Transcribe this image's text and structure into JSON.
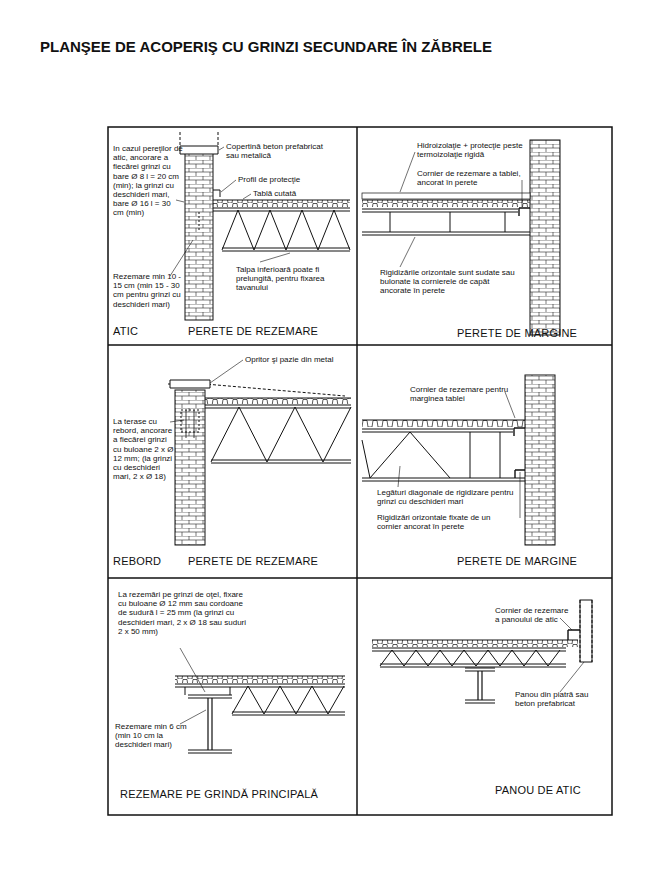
{
  "diagram": {
    "title": "PLANŞEE DE ACOPERIŞ CU GRINZI SECUNDARE ÎN ZĂBRELE",
    "nodes": [
      {
        "text": [
          "In cazul pereţilor de atic, ancorare a fiecărei grinzi cu bare Ø 8 l = 20 cm (min); la grinzi cu deschideri mari, bare Ø 16 l = 30 cm (min)",
          "Copertină beton prefabricat sau metalică",
          "Profil de protecţie",
          "Tablă cutată",
          "Rezemare min 10 - 15 cm (min 15 - 30 cm pentru grinzi cu deschideri mari)",
          "Talpa inferioară poate fi prelungită, pentru fixarea tavanului",
          "ATIC",
          "PERETE DE REZEMARE"
        ]
      },
      {
        "text": [
          "Hidroizolaţie + protecţie peste termoizolaţie rigidă",
          "Cornier de rezemare a tablei, ancorat în perete",
          "Rigidizările orizontale sunt sudate sau bulonate la cornierele de capăt ancorate în perete",
          "PERETE DE MARGINE"
        ]
      },
      {
        "text": [
          "Opritor şi pazie din metal",
          "La terase cu rebord, ancorare a fiecărei grinzi cu buloane 2 x Ø 12 mm; (la grinzi cu deschideri mari, 2 x Ø 18)",
          "REBORD",
          "PERETE DE REZEMARE"
        ]
      },
      {
        "text": [
          "Cornier de rezemare pentru marginea tablei",
          "Legături diagonale de rigidizare pentru grinzi cu deschideri mari",
          "Rigidizări orizontale fixate de un cornier ancorat în perete",
          "PERETE DE MARGINE"
        ]
      },
      {
        "text": [
          "La rezemări pe grinzi de oţel, fixare cu buloane Ø 12 mm sau cordoane de sudură l = 25 mm (la grinzi cu deschideri mari, 2 x Ø 18 sau suduri 2 x 50 mm)",
          "Rezemare min 6 cm (min 10 cm la deschideri mari)",
          "REZEMARE PE GRINDĂ PRINCIPALĂ"
        ]
      },
      {
        "text": [
          "Cornier de rezemare a panoului de atic",
          "Panou din piatră sau beton prefabricat",
          "PANOU DE ATIC"
        ]
      }
    ]
  }
}
